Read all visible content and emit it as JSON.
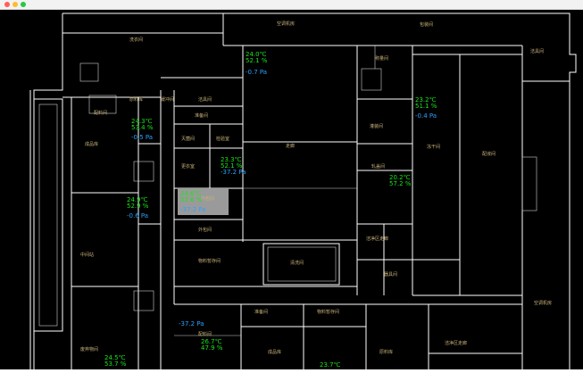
{
  "window": {
    "controls": [
      {
        "name": "close",
        "color": "#ff5f57"
      },
      {
        "name": "minimize",
        "color": "#febc2e"
      },
      {
        "name": "zoom",
        "color": "#28c840"
      }
    ]
  },
  "rooms": {
    "r01": "洗衣间",
    "r02": "包装间",
    "r03": "成品库",
    "r04": "原料库",
    "r05": "配料间",
    "r06": "缓冲间",
    "r07": "洁具间",
    "r08": "走廊",
    "r09": "准备间",
    "r10": "灭菌间",
    "r11": "检验室",
    "r12": "更衣室",
    "r13": "内包间",
    "r14": "外包间",
    "r15": "物料暂存间",
    "r16": "清洗间",
    "r17": "称量间",
    "r18": "灌装间",
    "r19": "轧盖间",
    "r20": "冻干间",
    "r21": "配液间",
    "r22": "洁净区走廊",
    "r23": "器具间",
    "r24": "中间站",
    "r25": "废弃物间",
    "r26": "空调机房"
  },
  "sensors": [
    {
      "name": "sensor-top-center",
      "temp": "24.0℃",
      "hum": "52.1 %",
      "press": "-0.7 Pa"
    },
    {
      "name": "sensor-left-upper",
      "temp": "24.3℃",
      "hum": "53.4 %",
      "press": "-0.5 Pa"
    },
    {
      "name": "sensor-center",
      "temp": "23.3℃",
      "hum": "52.1 %",
      "press": "-37.2 Pa"
    },
    {
      "name": "sensor-highlighted",
      "temp": "24.6℃",
      "hum": "52.6 %",
      "press": "-37.2 Pa"
    },
    {
      "name": "sensor-left-mid",
      "temp": "24.9℃",
      "hum": "52.9 %",
      "press": "-0.6 Pa"
    },
    {
      "name": "sensor-right-upper",
      "temp": "23.2℃",
      "hum": "51.1 %",
      "press": "-0.4 Pa"
    },
    {
      "name": "sensor-right-mid",
      "temp": "20.2℃",
      "hum": "57.2 %",
      "press": ""
    },
    {
      "name": "sensor-bottom-center",
      "temp": "26.7℃",
      "hum": "47.9 %",
      "press": "-37.2 Pa"
    },
    {
      "name": "sensor-bottom-left",
      "temp": "24.5℃",
      "hum": "53.7 %",
      "press": ""
    },
    {
      "name": "sensor-bottom-right",
      "temp": "23.7℃",
      "hum": "",
      "press": ""
    }
  ],
  "colors": {
    "temp_hum": "#19e619",
    "pressure": "#2aa2ff",
    "wall": "#ffffff",
    "room_label": "#c8b27a",
    "highlight": "#9a9a9a"
  }
}
